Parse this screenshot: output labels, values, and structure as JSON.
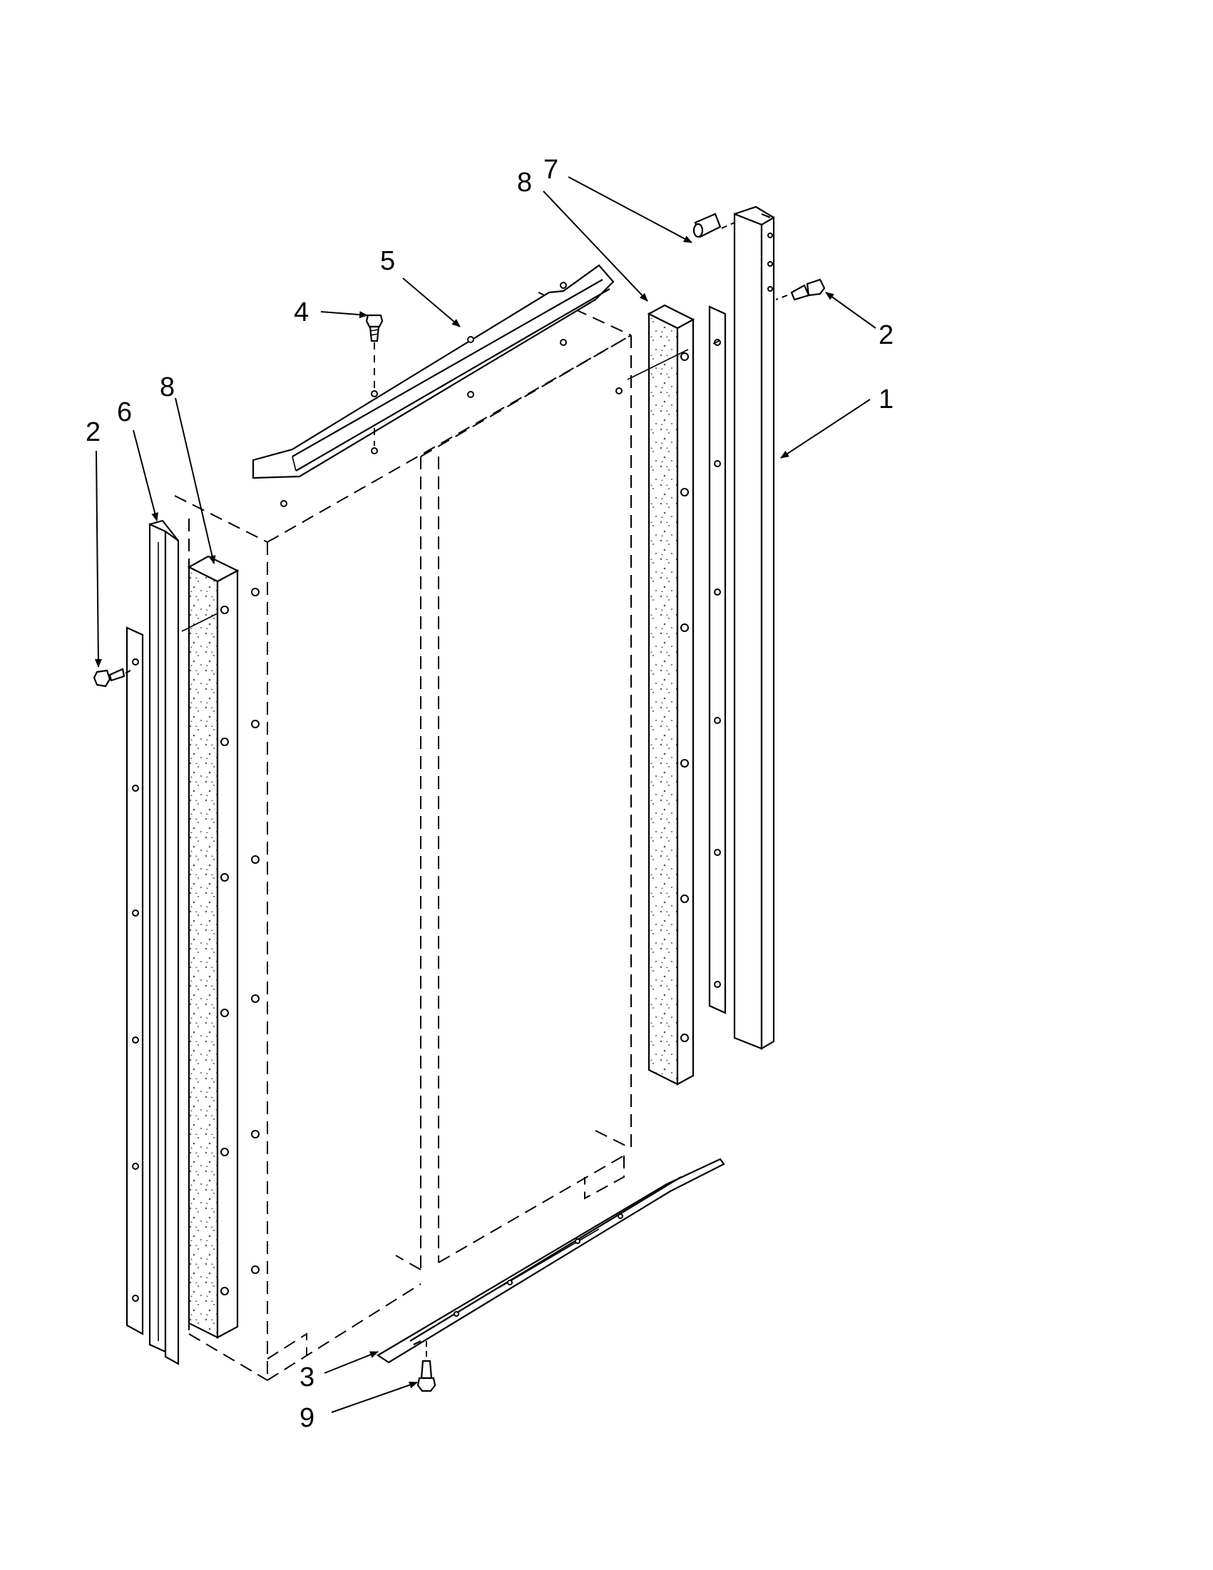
{
  "diagram": {
    "callouts": [
      {
        "id": "1",
        "label": "1"
      },
      {
        "id": "2a",
        "label": "2"
      },
      {
        "id": "2b",
        "label": "2"
      },
      {
        "id": "3",
        "label": "3"
      },
      {
        "id": "4",
        "label": "4"
      },
      {
        "id": "5",
        "label": "5"
      },
      {
        "id": "6",
        "label": "6"
      },
      {
        "id": "7",
        "label": "7"
      },
      {
        "id": "8a",
        "label": "8"
      },
      {
        "id": "8b",
        "label": "8"
      },
      {
        "id": "9",
        "label": "9"
      }
    ],
    "line_color": "#000000",
    "background_color": "#ffffff"
  }
}
